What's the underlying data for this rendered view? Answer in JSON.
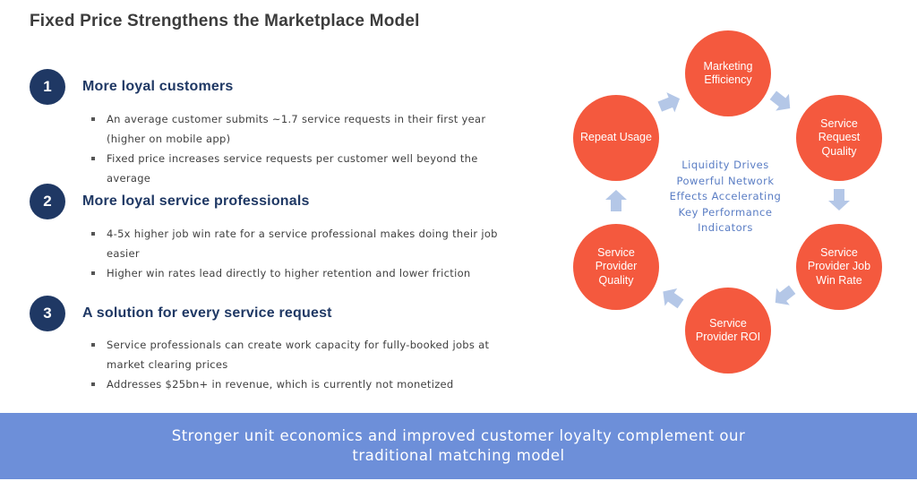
{
  "title": "Fixed Price Strengthens the Marketplace Model",
  "sections": [
    {
      "number": "1",
      "heading": "More loyal customers",
      "bullets": [
        "An average customer submits ~1.7 service requests in their first year (higher on mobile app)",
        "Fixed price increases service requests per customer well beyond the average"
      ]
    },
    {
      "number": "2",
      "heading": "More loyal service professionals",
      "bullets": [
        "4-5x higher job win rate for a service professional makes doing their job easier",
        "Higher win rates lead directly to higher retention and lower friction"
      ]
    },
    {
      "number": "3",
      "heading": "A solution for every service request",
      "bullets": [
        "Service professionals can create work capacity for fully-booked jobs at market clearing prices",
        "Addresses $25bn+ in revenue, which is currently not monetized"
      ]
    }
  ],
  "cycle": {
    "center_text": "Liquidity Drives Powerful Network Effects Accelerating Key Performance Indicators",
    "nodes": [
      "Marketing Efficiency",
      "Service Request Quality",
      "Service Provider Job Win Rate",
      "Service Provider ROI",
      "Service Provider Quality",
      "Repeat Usage"
    ],
    "node_color": "#f4593e",
    "arrow_color": "#b4c7e7"
  },
  "banner": {
    "text": "Stronger unit economics and improved customer loyalty complement our traditional matching model",
    "color": "#6d8fd9"
  }
}
